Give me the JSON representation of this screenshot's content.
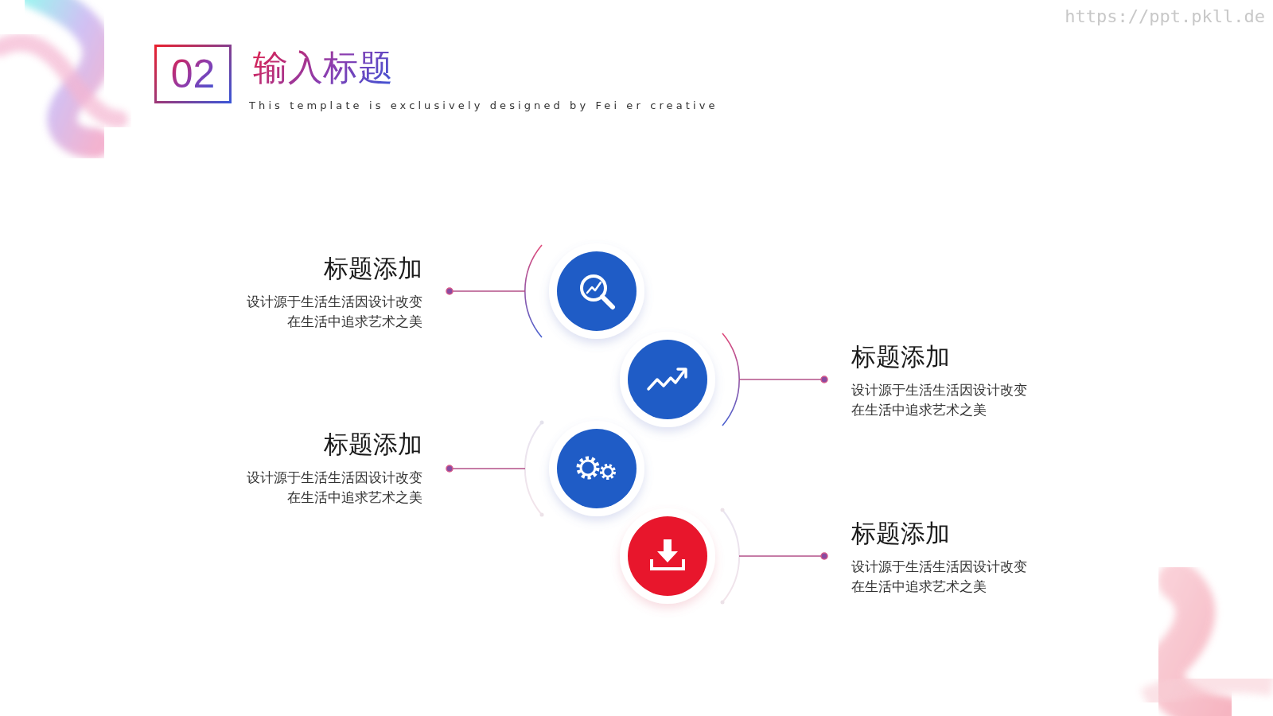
{
  "diagram": {
    "title": "输入标题",
    "nodes": [
      {
        "text": [
          "02"
        ]
      }
    ],
    "labels": [
      "This template is exclusively designed by Fei er creative",
      "https://ppt.pkll.de",
      "标题添加",
      "设计源于生活生活因设计改变 在生活中追求艺术之美",
      "标题添加",
      "设计源于生活生活因设计改变 在生活中追求艺术之美",
      "标题添加",
      "设计源于生活生活因设计改变 在生活中追求艺术之美",
      "标题添加",
      "设计源于生活生活因设计改变 在生活中追求艺术之美"
    ]
  }
}
